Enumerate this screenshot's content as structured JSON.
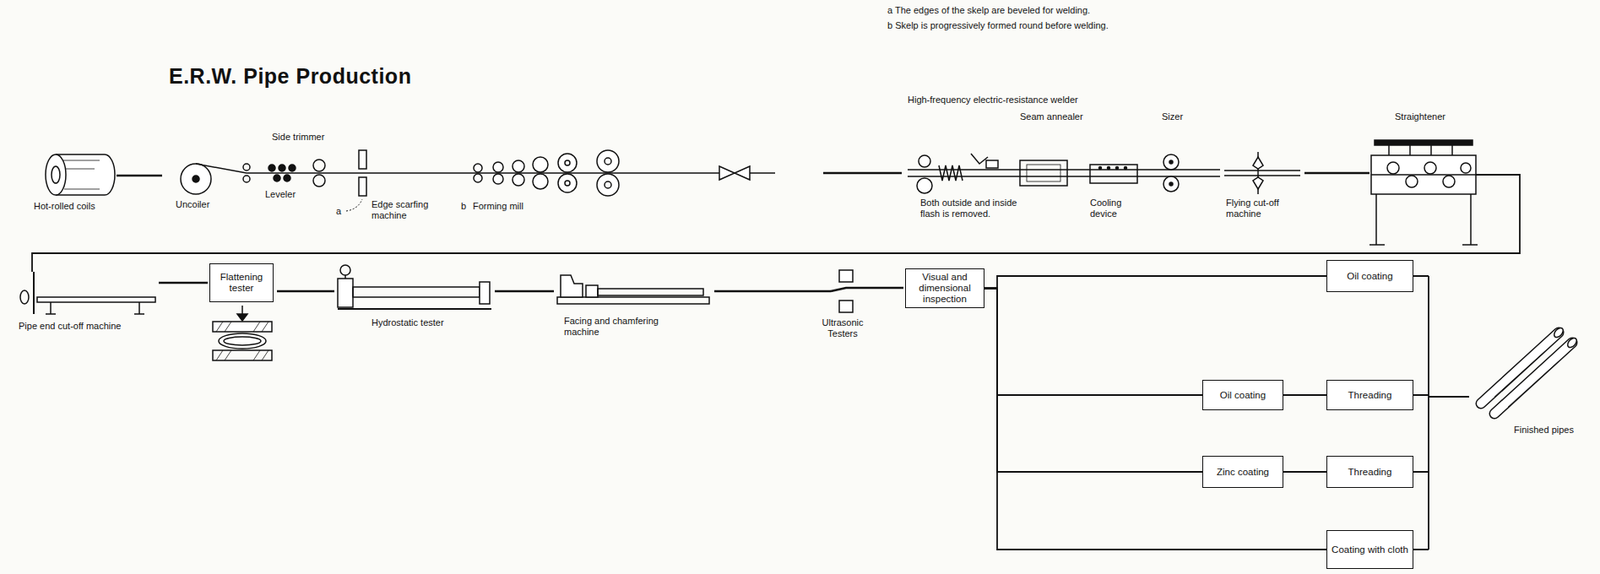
{
  "diagram": {
    "title": "E.R.W. Pipe Production",
    "nodes": [
      {
        "text": [
          "Flattening tester"
        ]
      },
      {
        "text": [
          "Visual and dimensional inspection"
        ]
      },
      {
        "text": [
          "Oil coating"
        ]
      },
      {
        "text": [
          "Oil coating"
        ]
      },
      {
        "text": [
          "Threading"
        ]
      },
      {
        "text": [
          "Zinc coating"
        ]
      },
      {
        "text": [
          "Threading"
        ]
      },
      {
        "text": [
          "Coating with cloth"
        ]
      }
    ],
    "edges": [
      {
        "from": 1,
        "to": 2,
        "arrow": "none"
      },
      {
        "from": 1,
        "to": 3,
        "arrow": "none"
      },
      {
        "from": 1,
        "to": 5,
        "arrow": "none"
      },
      {
        "from": 1,
        "to": 7,
        "arrow": "none"
      },
      {
        "from": 3,
        "to": 4,
        "arrow": "none"
      },
      {
        "from": 5,
        "to": 6,
        "arrow": "none"
      }
    ],
    "labels": [
      "a The edges of the skelp are beveled for welding.",
      "b Skelp is progressively formed round before welding.",
      "Hot-rolled coils",
      "Uncoiler",
      "Side trimmer",
      "Leveler",
      "a",
      "Edge scarfing machine",
      "b",
      "Forming mill",
      "High-frequency electric-resistance welder",
      "Seam annealer",
      "Both outside and inside flash is removed.",
      "Cooling device",
      "Sizer",
      "Flying cut-off machine",
      "Straightener",
      "Pipe end cut-off machine",
      "Hydrostatic tester",
      "Facing and chamfering machine",
      "Ultrasonic Testers",
      "Finished pipes"
    ]
  }
}
